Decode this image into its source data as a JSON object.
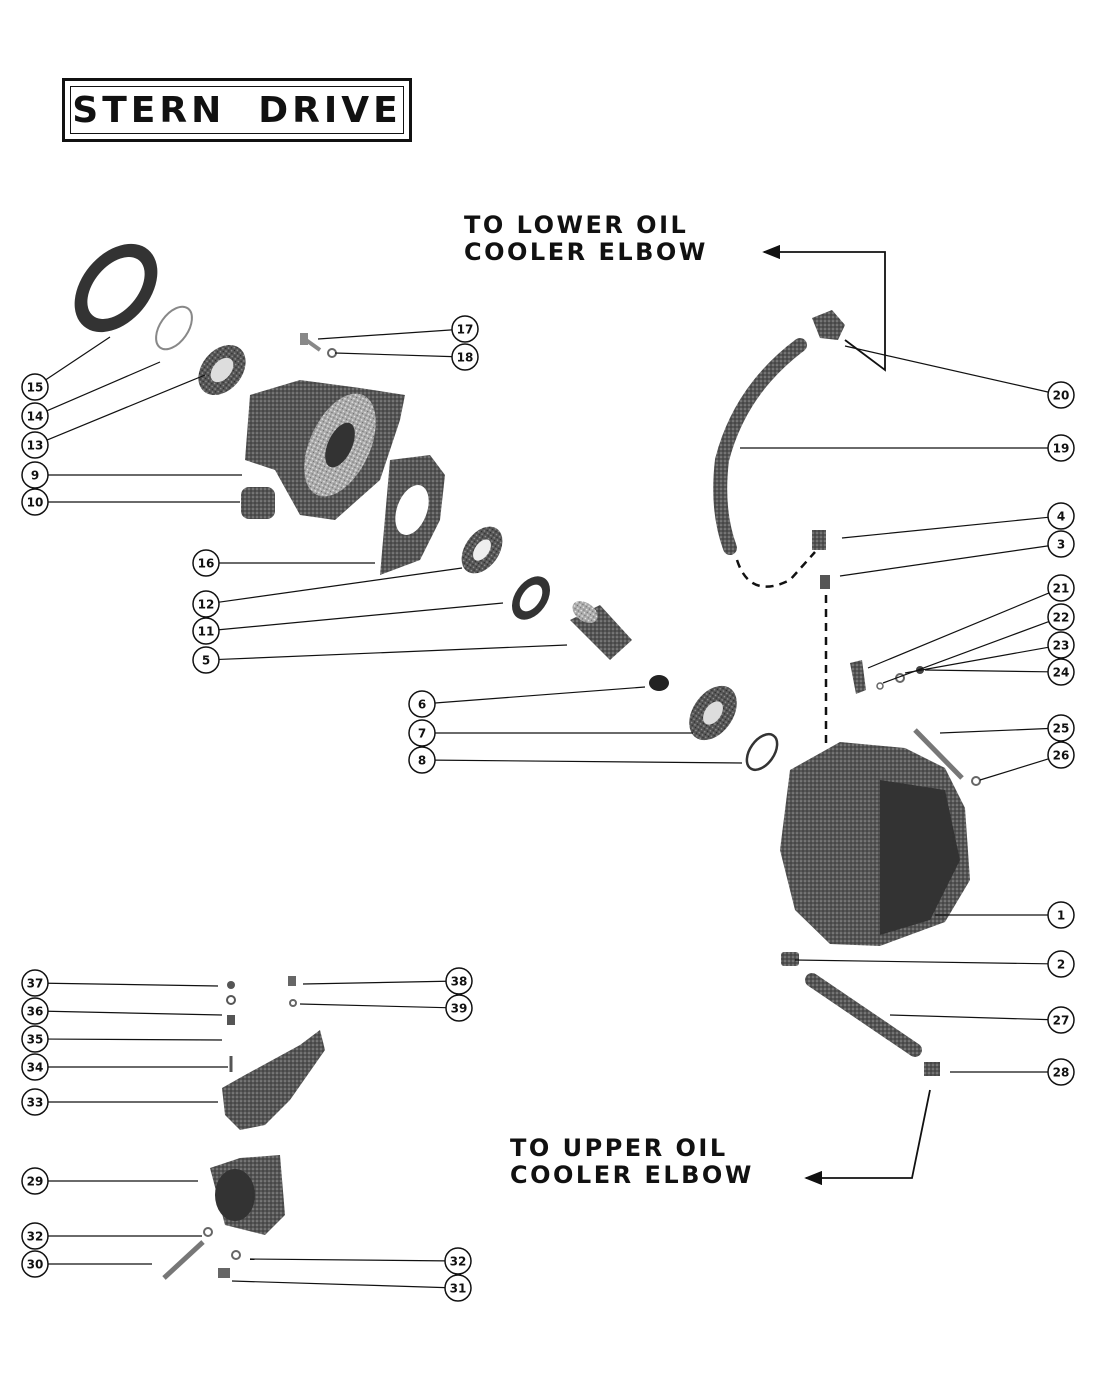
{
  "title": "STERN  DRIVE",
  "notes": {
    "lower": [
      "TO LOWER OIL",
      "COOLER ELBOW"
    ],
    "upper": [
      "TO UPPER OIL",
      "COOLER ELBOW"
    ]
  },
  "callouts": [
    {
      "num": "15"
    },
    {
      "num": "14"
    },
    {
      "num": "13"
    },
    {
      "num": "9"
    },
    {
      "num": "10"
    },
    {
      "num": "16"
    },
    {
      "num": "12"
    },
    {
      "num": "11"
    },
    {
      "num": "5"
    },
    {
      "num": "6"
    },
    {
      "num": "7"
    },
    {
      "num": "8"
    },
    {
      "num": "17"
    },
    {
      "num": "18"
    },
    {
      "num": "20"
    },
    {
      "num": "19"
    },
    {
      "num": "4"
    },
    {
      "num": "3"
    },
    {
      "num": "21"
    },
    {
      "num": "22"
    },
    {
      "num": "23"
    },
    {
      "num": "24"
    },
    {
      "num": "25"
    },
    {
      "num": "26"
    },
    {
      "num": "1"
    },
    {
      "num": "2"
    },
    {
      "num": "27"
    },
    {
      "num": "28"
    },
    {
      "num": "37"
    },
    {
      "num": "36"
    },
    {
      "num": "35"
    },
    {
      "num": "34"
    },
    {
      "num": "33"
    },
    {
      "num": "38"
    },
    {
      "num": "39"
    },
    {
      "num": "29"
    },
    {
      "num": "32"
    },
    {
      "num": "30"
    },
    {
      "num": "32"
    },
    {
      "num": "31"
    }
  ]
}
